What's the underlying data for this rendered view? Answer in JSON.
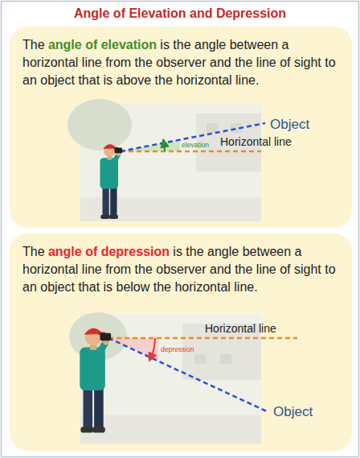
{
  "diagram": {
    "title": "Angle of Elevation and Depression",
    "nodes": [
      {
        "text": [
          "The",
          "angle of elevation",
          "is the angle between a horizontal line from the observer and the line of sight to an object that is above the horizontal line."
        ]
      },
      {
        "text": [
          "The",
          "angle of depression",
          "is the angle between a horizontal line from the observer and the line of sight to an object that is below the horizontal line."
        ]
      }
    ],
    "labels": [
      "Object",
      "Horizontal line",
      "elevation",
      "Horizontal line",
      "depression",
      "Object"
    ]
  }
}
